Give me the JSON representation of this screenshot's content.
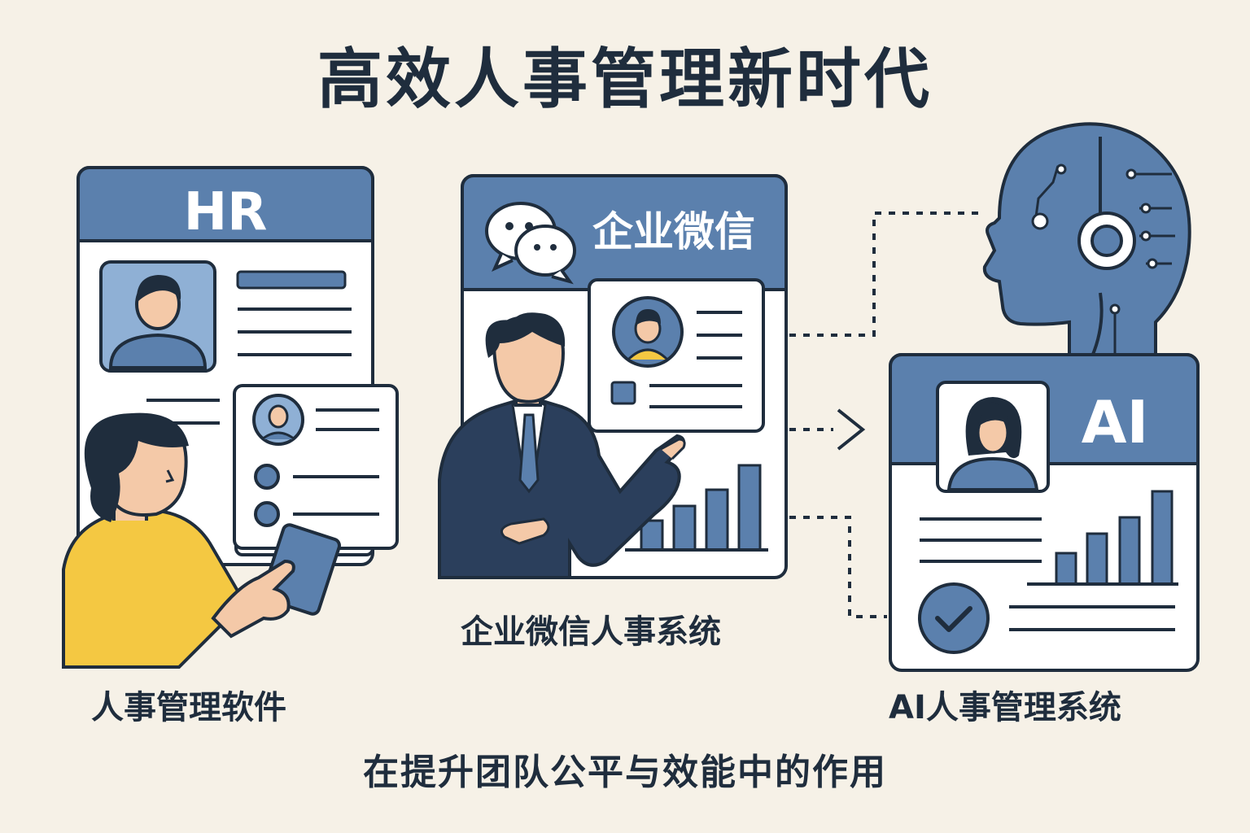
{
  "title": "高效人事管理新时代",
  "subtitle": "在提升团队公平与效能中的作用",
  "cards": {
    "hr": {
      "header": "HR",
      "caption": "人事管理软件"
    },
    "wecom": {
      "header": "企业微信",
      "caption": "企业微信人事系统"
    },
    "ai": {
      "header": "AI",
      "caption": "AI人事管理系统"
    }
  },
  "icons": [
    "person-avatar-icon",
    "wechat-bubbles-icon",
    "robot-head-icon",
    "check-circle-icon",
    "bar-chart-icon"
  ],
  "colors": {
    "background": "#f6f1e7",
    "primary_blue": "#5b80ad",
    "light_blue": "#8fb0d5",
    "dark_navy": "#1f2d3d",
    "accent_yellow": "#f4c842",
    "skin": "#f4c9a8"
  }
}
